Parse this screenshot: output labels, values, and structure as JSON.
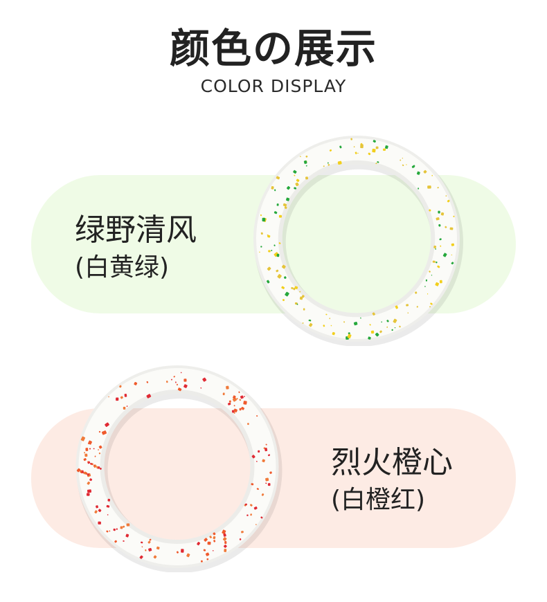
{
  "header": {
    "title": "颜色の展示",
    "subtitle": "COLOR DISPLAY"
  },
  "products": [
    {
      "name": "绿野清风",
      "description": "(白黄绿)",
      "band_color": "#effbe6",
      "ring_color": "#fbfbf8",
      "speckle_colors": [
        "#f2cf1c",
        "#26a83c",
        "#e5c43a"
      ]
    },
    {
      "name": "烈火橙心",
      "description": "(白橙红)",
      "band_color": "#fdebe4",
      "ring_color": "#fbfbf8",
      "speckle_colors": [
        "#ef5a2c",
        "#e02a34",
        "#f07a3a"
      ]
    }
  ]
}
